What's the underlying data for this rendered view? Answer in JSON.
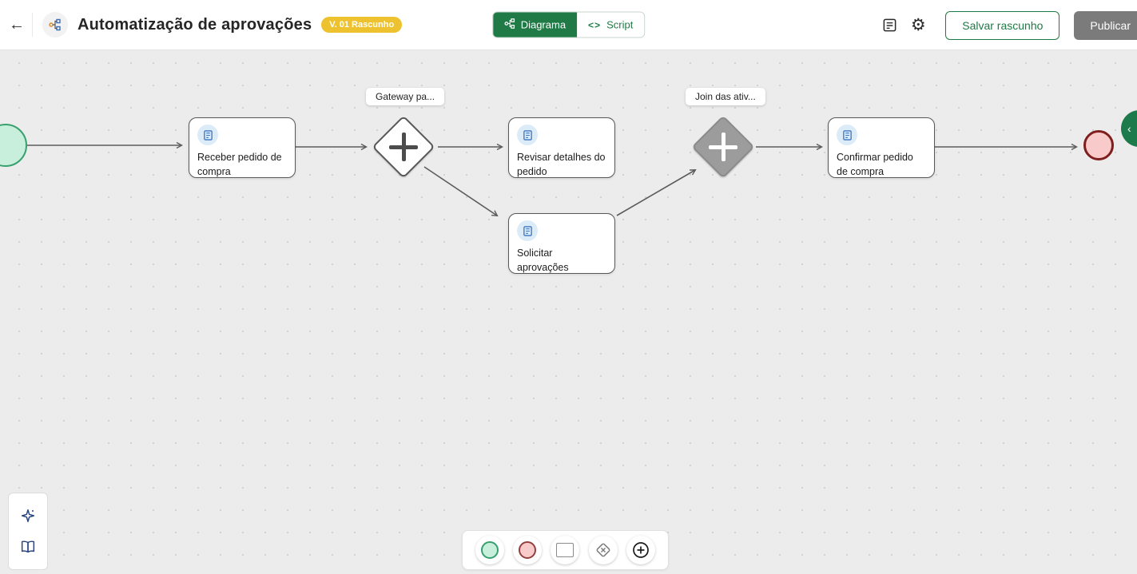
{
  "header": {
    "back_glyph": "←",
    "title": "Automatização de aprovações",
    "version_badge": "V. 01 Rascunho",
    "tabs": {
      "diagram_label": "Diagrama",
      "script_label": "Script",
      "script_icon_glyph": "<>"
    },
    "settings_glyph": "⚙",
    "save_draft_label": "Salvar rascunho",
    "publish_label": "Publicar"
  },
  "canvas": {
    "gateway_label": "Gateway pa...",
    "join_label": "Join das ativ...",
    "tasks": [
      {
        "label": "Receber pedido de compra"
      },
      {
        "label": "Revisar detalhes do pedido"
      },
      {
        "label": "Solicitar aprovações"
      },
      {
        "label": "Confirmar pedido de compra"
      }
    ],
    "fab_glyph": "‹"
  },
  "icons": {
    "workflow": "share-nodes workflow glyph",
    "notes": "document with lines",
    "settings": "gear unicode ⚙",
    "ai_assistant": "sparkle star",
    "guide": "open book",
    "palette": [
      "start-event circle",
      "end-event circle",
      "task square",
      "gateway diamond-x",
      "add plus-circle"
    ]
  },
  "colors": {
    "accent_green": "#1f7a46",
    "badge_yellow": "#eec12f",
    "publish_gray": "#7b7b7b",
    "canvas_bg": "#ebeceb",
    "start_fill": "#c8efdb",
    "start_border": "#38a06e",
    "end_fill": "#f9caca",
    "end_border": "#7e1e1e",
    "join_fill": "#9c9c9c",
    "edge_gray": "#5c5c5c",
    "task_icon_blue": "#3c74b9"
  }
}
